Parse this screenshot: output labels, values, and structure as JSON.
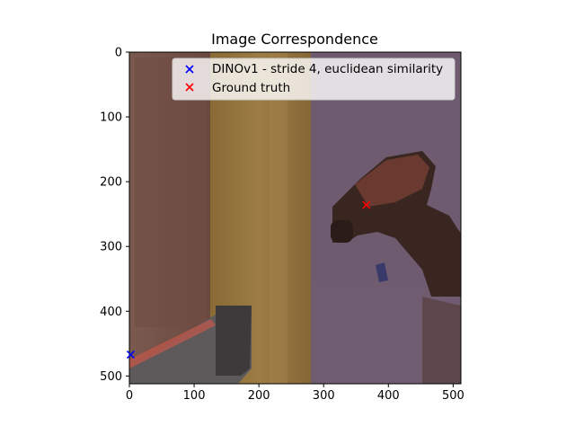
{
  "chart_data": {
    "type": "scatter",
    "title": "Image Correspondence",
    "xlabel": "",
    "ylabel": "",
    "xlim": [
      0,
      512
    ],
    "ylim": [
      512,
      0
    ],
    "x_ticks": [
      0,
      100,
      200,
      300,
      400,
      500
    ],
    "y_ticks": [
      0,
      100,
      200,
      300,
      400,
      500
    ],
    "grid": false,
    "legend_position": "top-right",
    "background": "image",
    "series": [
      {
        "name": "DINOv1 - stride 4, euclidean similarity",
        "marker": "x",
        "color": "#0000ff",
        "points": [
          {
            "x": 2,
            "y": 467
          }
        ]
      },
      {
        "name": "Ground truth",
        "marker": "x",
        "color": "#ff0000",
        "points": [
          {
            "x": 366,
            "y": 236
          }
        ]
      }
    ]
  }
}
